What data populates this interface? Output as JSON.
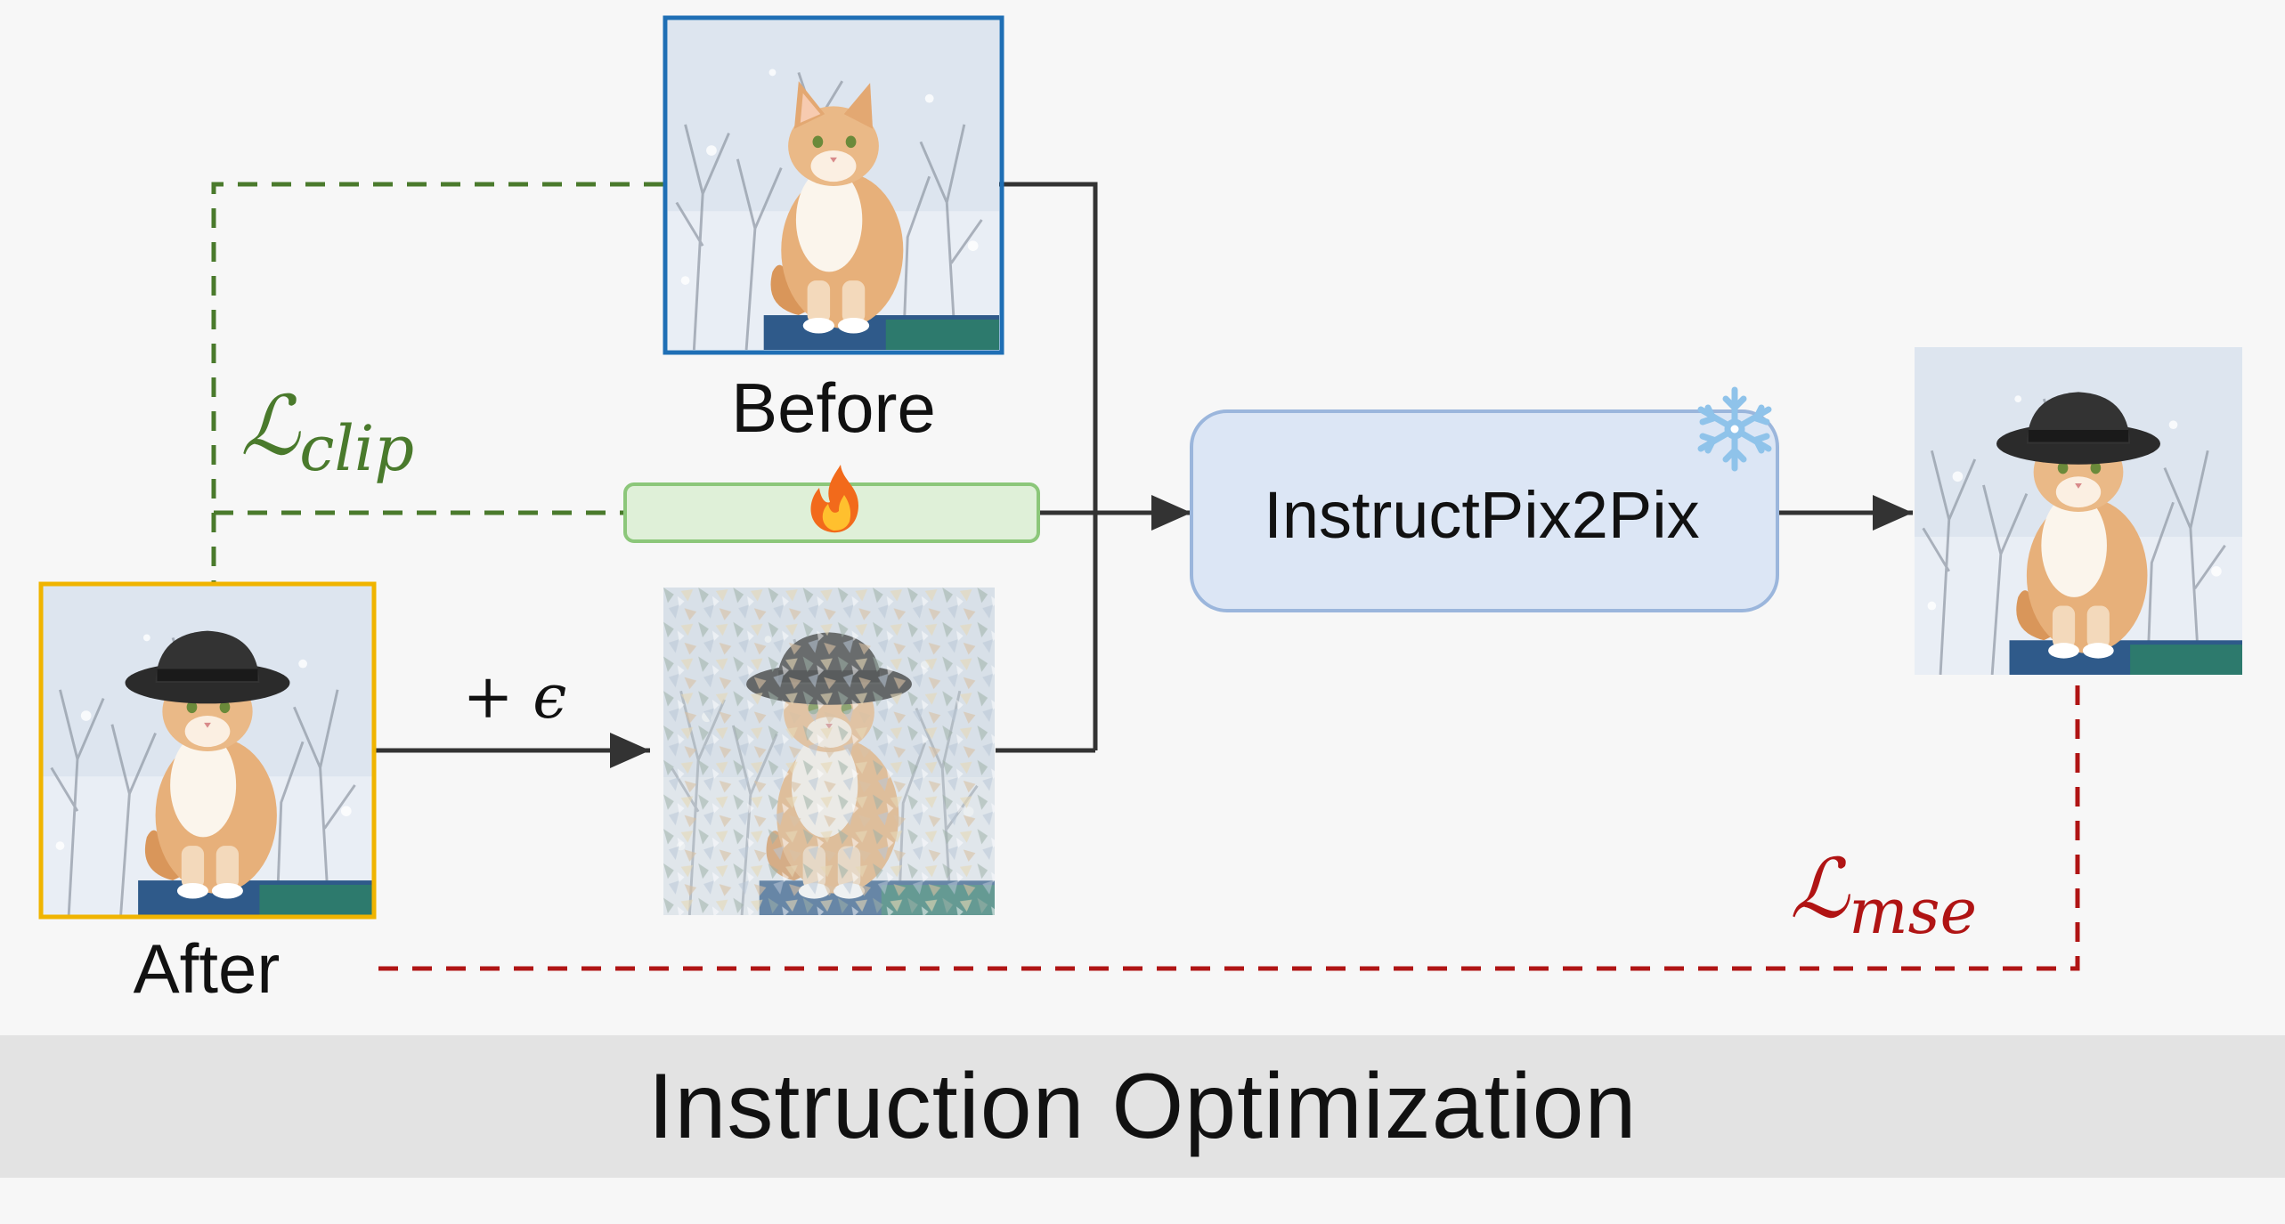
{
  "images": {
    "before": {
      "label": "Before",
      "border_color": "#1f6fb5"
    },
    "after": {
      "label": "After",
      "border_color": "#f0b400"
    },
    "noisy": {
      "label": ""
    },
    "output": {
      "label": ""
    }
  },
  "noise_label": "+ ϵ",
  "instruction_embedding": {
    "fill": "#dff0d8",
    "stroke": "#8cc77a",
    "icon": "fire-icon"
  },
  "model": {
    "label": "InstructPix2Pix",
    "fill": "#dce6f5",
    "stroke": "#9bb6dc",
    "icon": "snowflake-icon"
  },
  "losses": {
    "clip": {
      "symbol": "ℒ",
      "subscript": "clip",
      "color": "#4a7a2c"
    },
    "mse": {
      "symbol": "ℒ",
      "subscript": "mse",
      "color": "#b01414"
    }
  },
  "footer": {
    "title": "Instruction Optimization"
  },
  "colors": {
    "arrow": "#333333",
    "clip_dash": "#4a7a2c",
    "mse_dash": "#b01414",
    "background": "#f7f7f7",
    "footer_bg": "#e3e3e3"
  }
}
